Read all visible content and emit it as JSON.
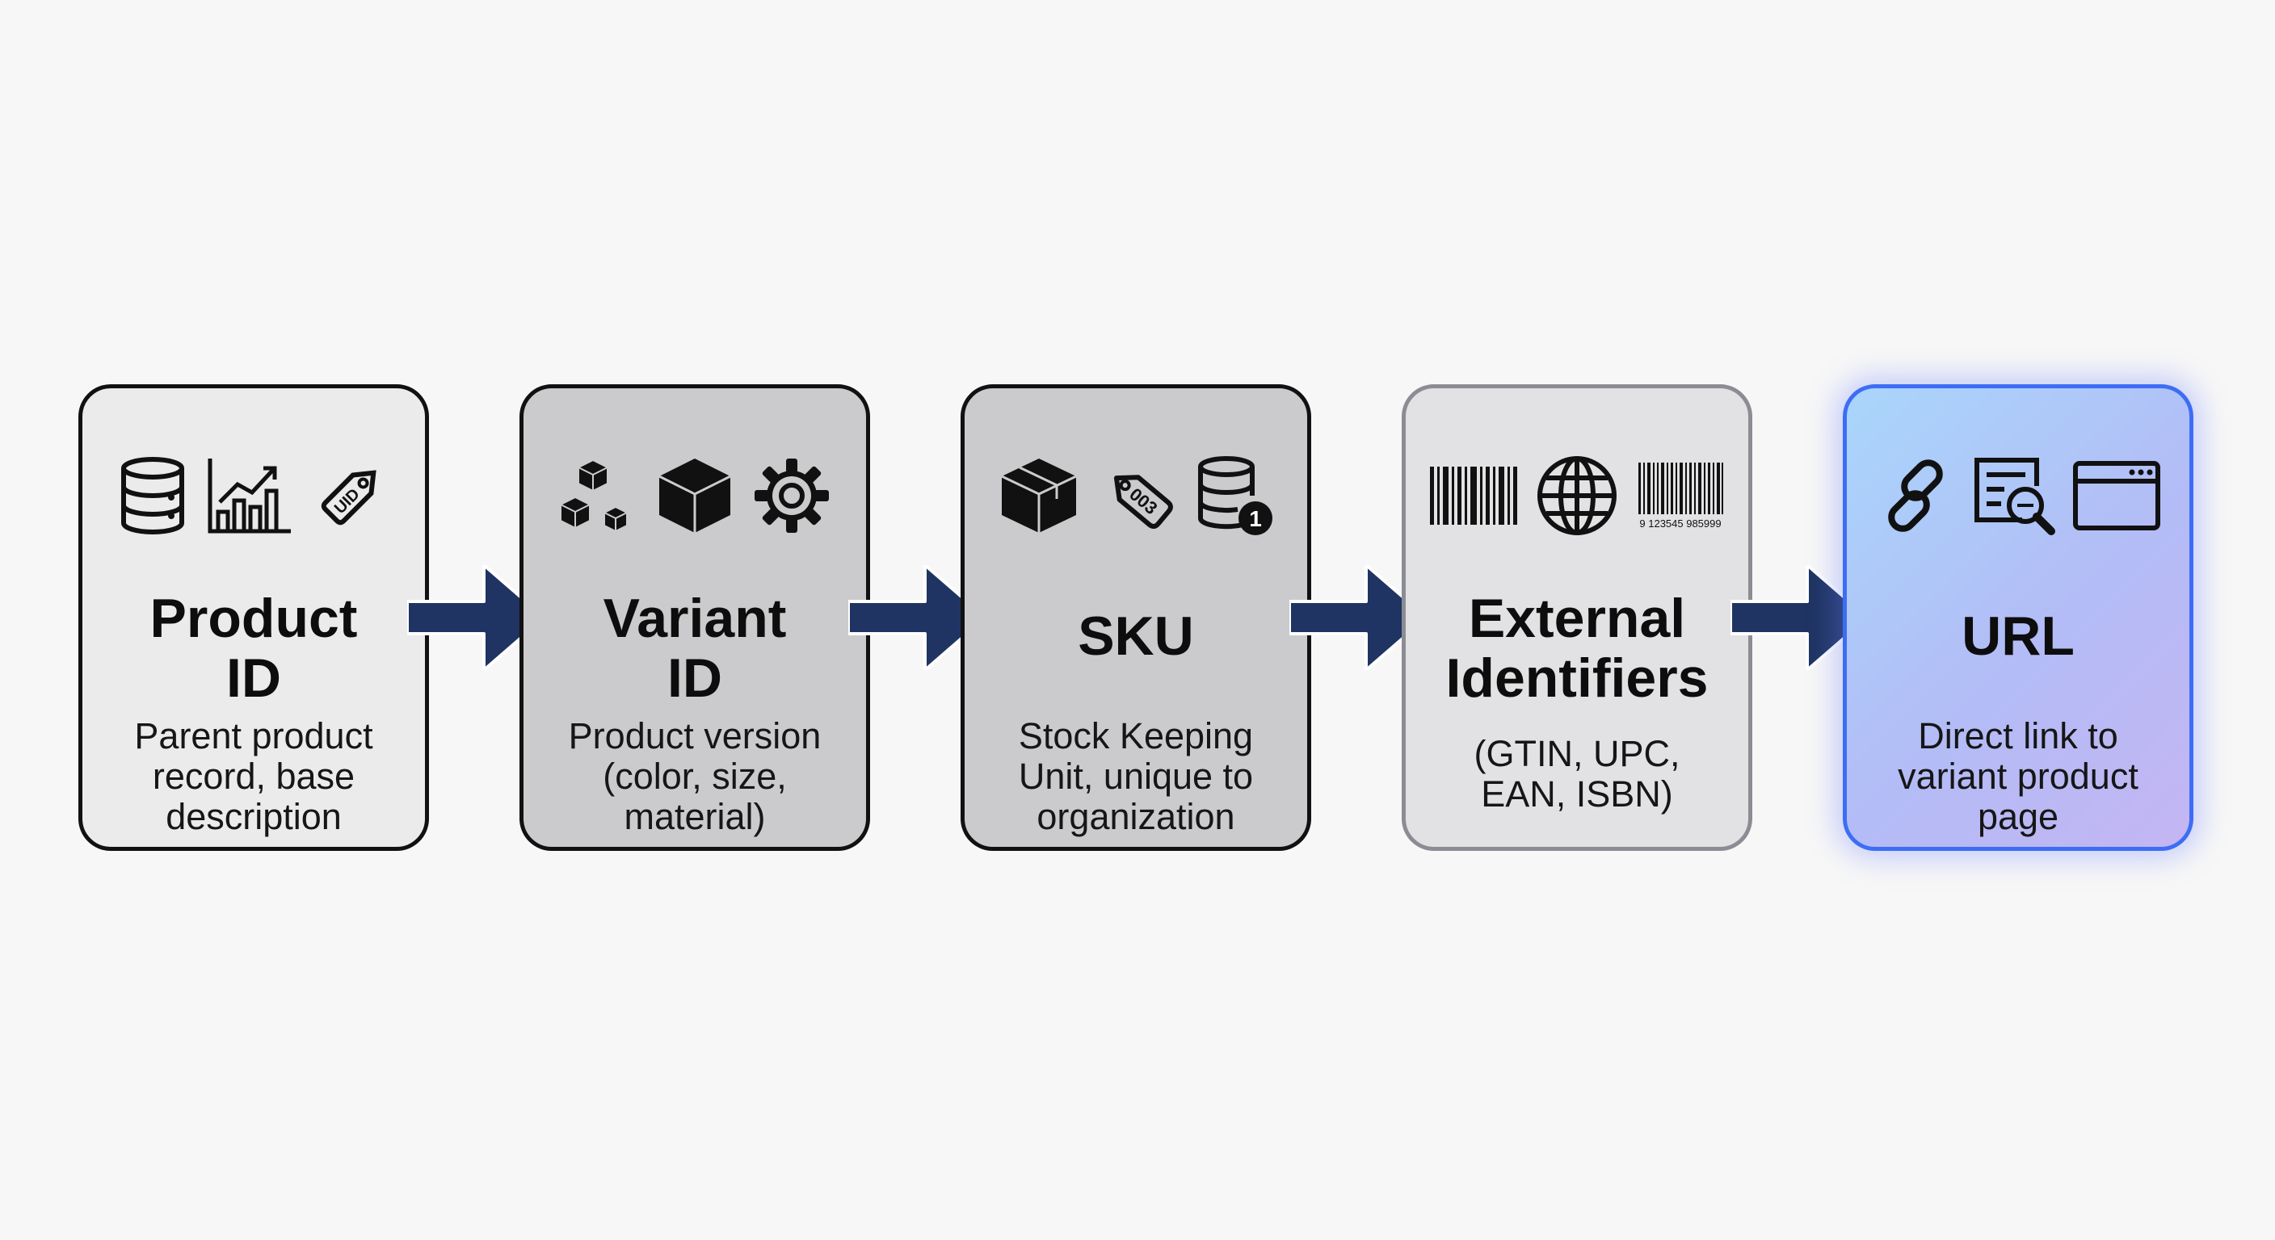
{
  "steps": [
    {
      "title_lines": [
        "Product",
        "ID"
      ],
      "description_lines": [
        "Parent product",
        "record, base",
        "description"
      ],
      "icons": [
        "database-icon",
        "bar-chart-icon",
        "uid-tag-icon"
      ],
      "icon_label": "UID"
    },
    {
      "title_lines": [
        "Variant",
        "ID"
      ],
      "description_lines": [
        "Product version",
        "(color, size,",
        "material)"
      ],
      "icons": [
        "small-cubes-icon",
        "cube-icon",
        "gear-icon"
      ]
    },
    {
      "title_lines": [
        "SKU"
      ],
      "description_lines": [
        "Stock Keeping",
        "Unit, unique to",
        "organization"
      ],
      "icons": [
        "package-box-icon",
        "sku-tag-icon",
        "database-badge-icon"
      ],
      "icon_label": "003",
      "badge_label": "1"
    },
    {
      "title_lines": [
        "External",
        "Identifiers"
      ],
      "description_lines": [
        "(GTIN, UPC,",
        "EAN, ISBN)"
      ],
      "icons": [
        "barcode-icon",
        "globe-icon",
        "numbered-barcode-icon"
      ],
      "barcode_digits": "9 123545 985999"
    },
    {
      "title_lines": [
        "URL"
      ],
      "description_lines": [
        "Direct link to",
        "variant product",
        "page"
      ],
      "icons": [
        "link-icon",
        "search-document-icon",
        "browser-window-icon"
      ]
    }
  ],
  "connector": "arrow-right-icon",
  "colors": {
    "arrow": "#1f3462",
    "box_border": "#111111",
    "external_border": "#8c8c94",
    "url_border": "#3d6df5"
  }
}
